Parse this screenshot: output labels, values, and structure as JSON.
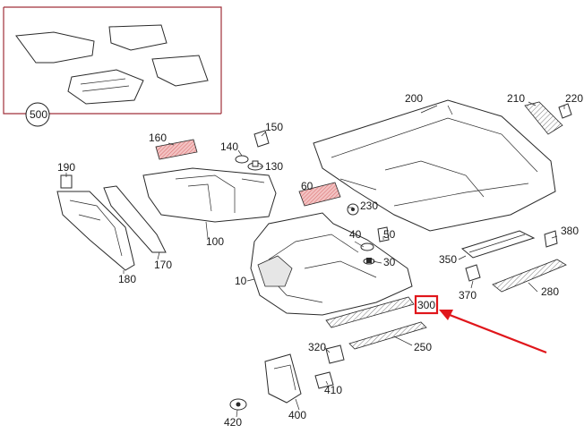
{
  "callouts": {
    "c500": "500",
    "c200": "200",
    "c210": "210",
    "c220": "220",
    "c160": "160",
    "c150": "150",
    "c140": "140",
    "c130": "130",
    "c190": "190",
    "c60": "60",
    "c230": "230",
    "c100": "100",
    "c40": "40",
    "c50": "50",
    "c30": "30",
    "c380": "380",
    "c350": "350",
    "c370": "370",
    "c280": "280",
    "c170": "170",
    "c180": "180",
    "c10": "10",
    "c300": "300",
    "c320": "320",
    "c250": "250",
    "c410": "410",
    "c400": "400",
    "c420": "420"
  },
  "colors": {
    "highlight": "#e0161b",
    "frame": "#a0303a",
    "pad_fill": "#f2b8b8"
  }
}
